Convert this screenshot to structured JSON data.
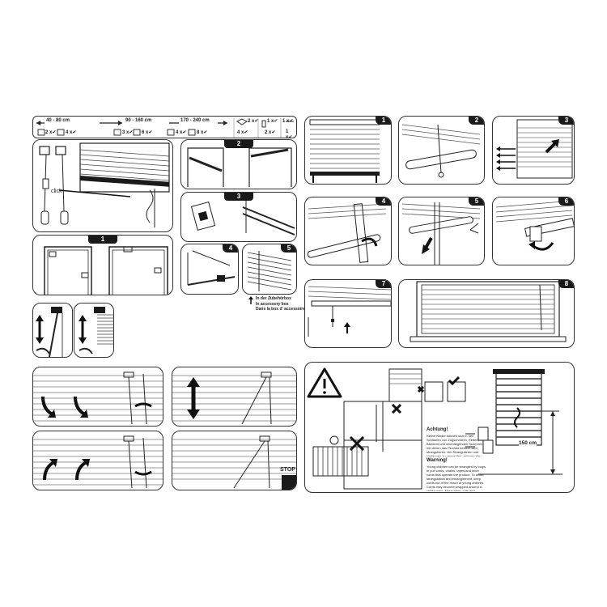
{
  "parts_header": {
    "ranges": [
      "40 - 80 cm",
      "90 - 160 cm",
      "170 - 240 cm"
    ],
    "counts": {
      "r1_a": "2 x",
      "r1_b": "4 x",
      "r2_a": "3 x",
      "r2_b": "6 x",
      "r3_a": "4 x",
      "r3_b": "8 x",
      "side_a1": "2 x",
      "side_a2": "4 x",
      "side_b1": "1 x",
      "side_b2": "2 x",
      "side_c1": "1 x",
      "side_c2": "1 x"
    },
    "check": "✔"
  },
  "install": {
    "click_label": "click",
    "steps": [
      "1",
      "2",
      "3",
      "4",
      "5"
    ],
    "accessory_note": [
      "In der Zubehörbox",
      "In accessory box",
      "Dans la box d' accessoires"
    ]
  },
  "right_steps": [
    "1",
    "2",
    "3",
    "4",
    "5",
    "6",
    "7",
    "8"
  ],
  "operation": {
    "stop_label": "STOP"
  },
  "safety": {
    "height_label": "150 cm",
    "warning_title_de": "Achtung!",
    "warning_body_de": "Kleine Kinder können sich in den Schlaufen von Zugschnüren, Ketten, Bändern und innenliegenden Schnüren, mit denen das Produkt bedient wird, strangulieren. Um Strangulieren und Verfangen zu vermeiden, müssen die Schnüre außerhalb der Reichweite von Kleinkindern gehalten werden. Betten, Kinderbetten und Möbel sollten nicht in der Nähe von Schnüren für Fensterbehänge aufgestellt werden. Schnüre nicht miteinander verknoten. Sicherstellen, dass sich die Schnüre nicht verdrehen und eine Schlaufe bilden.",
    "warning_title_en": "Warning!",
    "warning_body_en": "Young children can be strangled by loops in pull cords, chains, tapes and inner cords that operate the product. To avoid strangulation and entanglement, keep cords out of the reach of young children. Cords may become wrapped around a child's neck. Move beds, cots and furniture away from window covering cords. Do not tie cords together. Make sure cords do not twist and create a loop. Install and use the included safety devices according to the instructions on the product to reduce the possibility of such accidents. According to EN 13120."
  }
}
